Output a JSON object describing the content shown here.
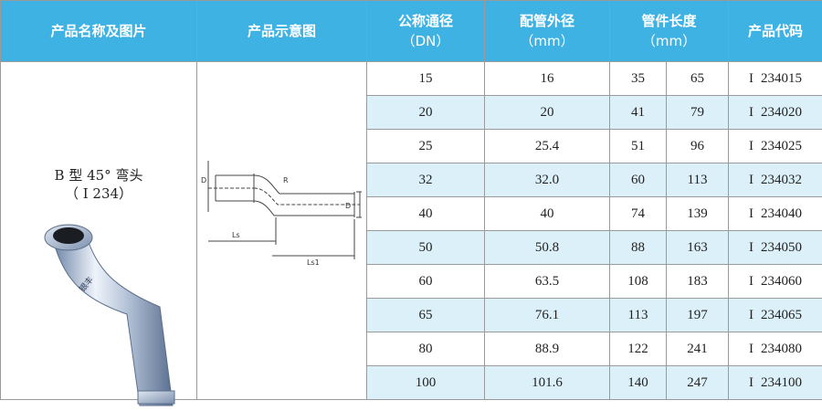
{
  "header": {
    "name_col": "产品名称及图片",
    "diagram_col": "产品示意图",
    "dn_col": "公称通径",
    "dn_unit": "（DN）",
    "od_col": "配管外径",
    "od_unit": "（mm）",
    "len_col": "管件长度",
    "len_unit": "（mm）",
    "code_col": "产品代码"
  },
  "product": {
    "name_line1": "B 型 45°  弯头",
    "name_line2": "（ I  234）",
    "photo_label": "银丰"
  },
  "diagram": {
    "label_d": "D",
    "label_r": "R",
    "label_ls": "Ls",
    "label_ls1": "Ls1"
  },
  "rows": [
    {
      "dn": "15",
      "od": "16",
      "l1": "35",
      "l2": "65",
      "code_prefix": "I",
      "code": "234015"
    },
    {
      "dn": "20",
      "od": "20",
      "l1": "41",
      "l2": "79",
      "code_prefix": "I",
      "code": "234020"
    },
    {
      "dn": "25",
      "od": "25.4",
      "l1": "51",
      "l2": "96",
      "code_prefix": "I",
      "code": "234025"
    },
    {
      "dn": "32",
      "od": "32.0",
      "l1": "60",
      "l2": "113",
      "code_prefix": "I",
      "code": "234032"
    },
    {
      "dn": "40",
      "od": "40",
      "l1": "74",
      "l2": "139",
      "code_prefix": "I",
      "code": "234040"
    },
    {
      "dn": "50",
      "od": "50.8",
      "l1": "88",
      "l2": "163",
      "code_prefix": "I",
      "code": "234050"
    },
    {
      "dn": "60",
      "od": "63.5",
      "l1": "108",
      "l2": "183",
      "code_prefix": "I",
      "code": "234060"
    },
    {
      "dn": "65",
      "od": "76.1",
      "l1": "113",
      "l2": "197",
      "code_prefix": "I",
      "code": "234065"
    },
    {
      "dn": "80",
      "od": "88.9",
      "l1": "122",
      "l2": "241",
      "code_prefix": "I",
      "code": "234080"
    },
    {
      "dn": "100",
      "od": "101.6",
      "l1": "140",
      "l2": "247",
      "code_prefix": "I",
      "code": "234100"
    }
  ],
  "colors": {
    "header_bg": "#3fb2e4",
    "row_alt_bg": "#dcf0fa",
    "border": "#9a9a9a"
  }
}
